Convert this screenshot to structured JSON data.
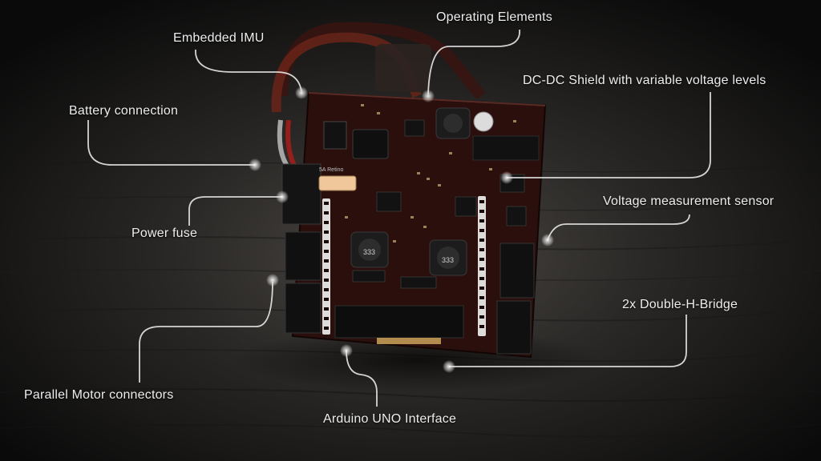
{
  "callouts": {
    "embedded_imu": "Embedded IMU",
    "operating_elements": "Operating Elements",
    "dcdc_shield": "DC-DC Shield with variable voltage levels",
    "battery_connection": "Battery connection",
    "voltage_sensor": "Voltage measurement sensor",
    "power_fuse": "Power fuse",
    "double_h_bridge": "2x Double-H-Bridge",
    "parallel_motor": "Parallel Motor connectors",
    "arduino_interface": "Arduino UNO Interface"
  },
  "board": {
    "inductor_marking": "333",
    "fuse_marking": "5A Retino"
  },
  "colors": {
    "background": "#0e0e0e",
    "pcb": "#2a0f0d",
    "callout_line": "#e8e8e8",
    "label_text": "#ededed"
  }
}
